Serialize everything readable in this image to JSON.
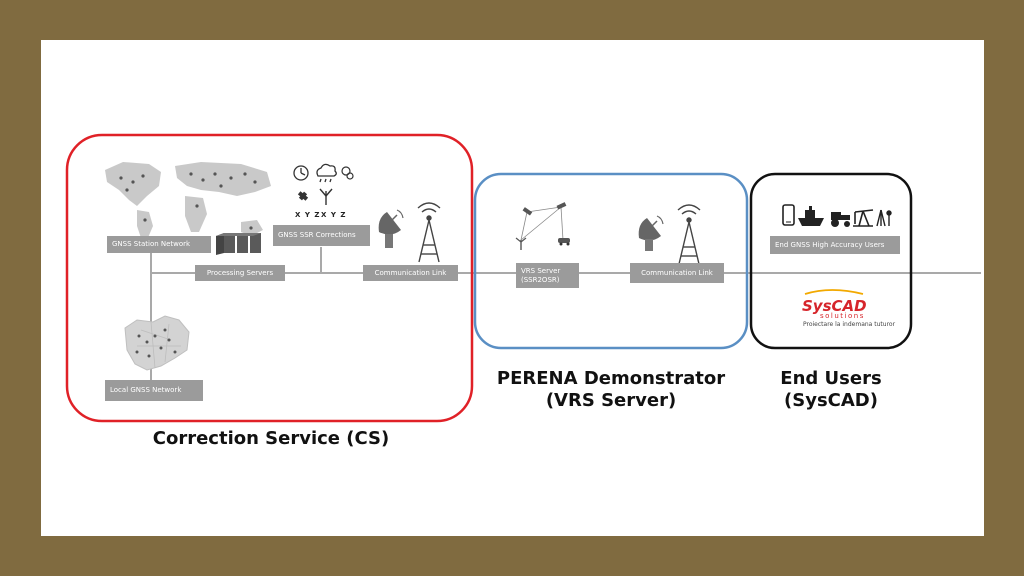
{
  "groups": {
    "cs": {
      "title": "Correction Service (CS)",
      "border_color": "#e02127"
    },
    "vrs": {
      "title_line1": "PERENA Demonstrator",
      "title_line2": "(VRS Server)",
      "border_color": "#5a8fc4"
    },
    "users": {
      "title_line1": "End Users",
      "title_line2": "(SysCAD)",
      "border_color": "#111111"
    }
  },
  "nodes": {
    "gnss_station_network": "GNSS Station Network",
    "processing_servers": "Processing Servers",
    "gnss_ssr_corrections": "GNSS SSR Corrections",
    "communication_link_cs": "Communication Link",
    "local_gnss_network": "Local GNSS Network",
    "vrs_server_line1": "VRS Server",
    "vrs_server_line2": "(SSR2OSR)",
    "communication_link_vrs": "Communication Link",
    "end_gnss_users": "End GNSS High Accuracy Users"
  },
  "ssr_params": {
    "xyz_left": "X Y Z",
    "xyz_right": "X Y Z"
  },
  "logo": {
    "brand_part1": "Sys",
    "brand_part2": "CAD",
    "brand_sub": "solutions",
    "tagline": "Proiectare la indemana tuturor"
  },
  "icons": [
    "world-map-icon",
    "server-rack-icon",
    "clock-icon",
    "rain-cloud-icon",
    "ionosphere-icon",
    "satellite-icon",
    "antenna-icon",
    "satellite-dish-icon",
    "radio-tower-icon",
    "europe-map-icon",
    "satellite-orbit-icon",
    "receiver-station-icon",
    "car-icon",
    "smartphone-icon",
    "ship-icon",
    "tractor-icon",
    "oil-pump-icon",
    "surveyor-icon"
  ],
  "colors": {
    "background": "#806b40",
    "label_fill": "#9b9b9b",
    "connector": "#a9a9a9"
  }
}
